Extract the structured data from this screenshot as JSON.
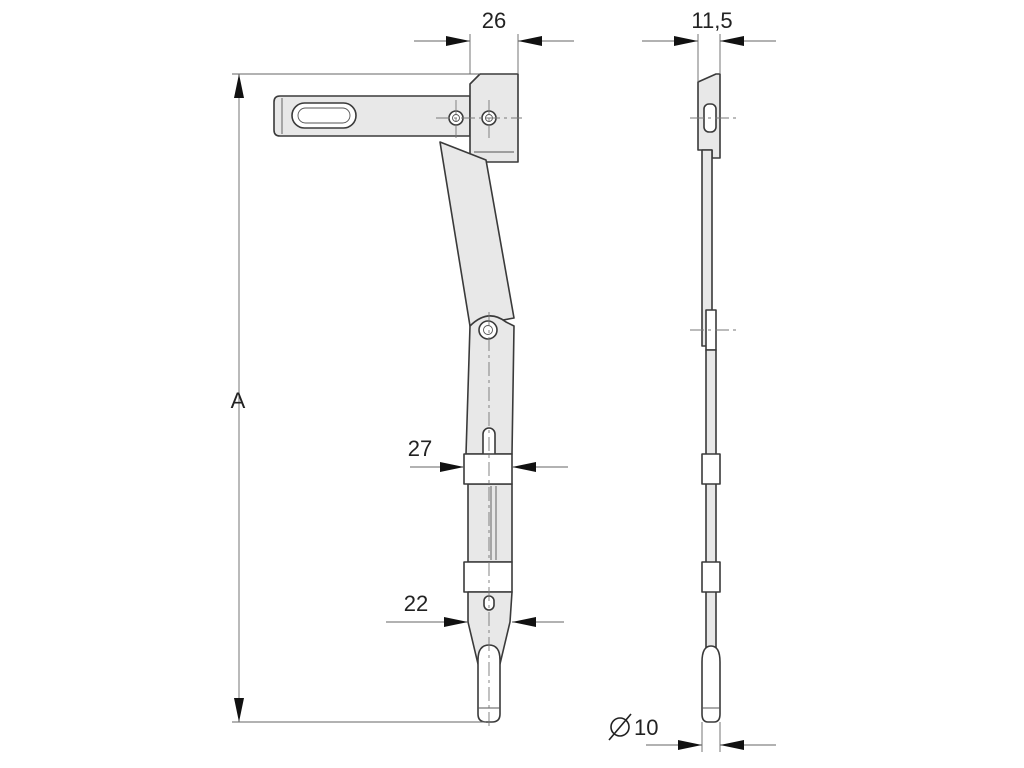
{
  "dimensions": {
    "top_width": "26",
    "side_depth": "11,5",
    "height": "A",
    "clamp_width": "27",
    "shaft_width": "22",
    "pin_diameter": "10"
  },
  "symbols": {
    "diameter": "diameter-symbol"
  }
}
